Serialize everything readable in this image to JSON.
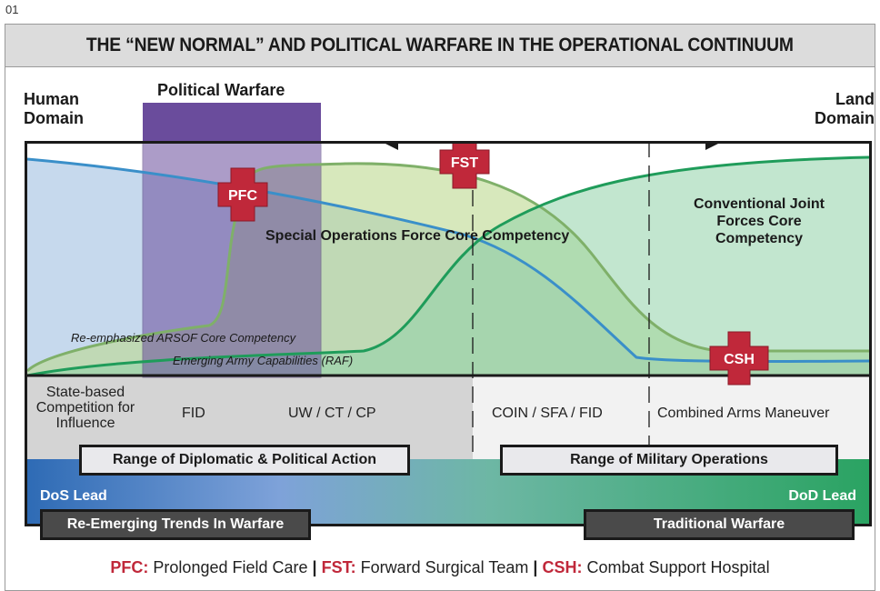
{
  "figure_number": "01",
  "title": "THE “NEW NORMAL” AND POLITICAL WARFARE IN THE OPERATIONAL CONTINUUM",
  "left_domain": "Human Domain",
  "right_domain": "Land Domain",
  "political_warfare": "Political Warfare",
  "crosses": {
    "pfc": "PFC",
    "fst": "FST",
    "csh": "CSH"
  },
  "core_competencies": {
    "sof": "Special Operations Force Core Competency",
    "conventional": "Conventional Joint Forces Core Competency"
  },
  "curve_labels": {
    "arsof": "Re-emphasized ARSOF Core Competency",
    "army": "Emerging Army Capabilities (RAF)"
  },
  "operations": {
    "state_based": "State-based Competition for Influence",
    "fid": "FID",
    "uw_ct_cp": "UW / CT / CP",
    "coin_sfa_fid": "COIN / SFA / FID",
    "cam": "Combined Arms Maneuver"
  },
  "ranges": {
    "diplomatic": "Range of Diplomatic & Political Action",
    "military": "Range of Military Operations"
  },
  "leads": {
    "dos": "DoS Lead",
    "dod": "DoD Lead"
  },
  "warfare": {
    "re_emerging": "Re-Emerging Trends In Warfare",
    "traditional": "Traditional Warfare"
  },
  "legend": [
    {
      "abbr": "PFC:",
      "text": "Prolonged Field Care"
    },
    {
      "abbr": "FST:",
      "text": "Forward Surgical Team"
    },
    {
      "abbr": "CSH:",
      "text": "Combat Support Hospital"
    }
  ],
  "colors": {
    "cross": "#c0283a",
    "blue_curve": "#3a8fc9",
    "green_curve": "#7fb069",
    "dark_green_curve": "#1f9c5a",
    "political_box": "#6a4c9c",
    "dos_blue": "#2e6bb5",
    "dod_green": "#2aa362"
  }
}
